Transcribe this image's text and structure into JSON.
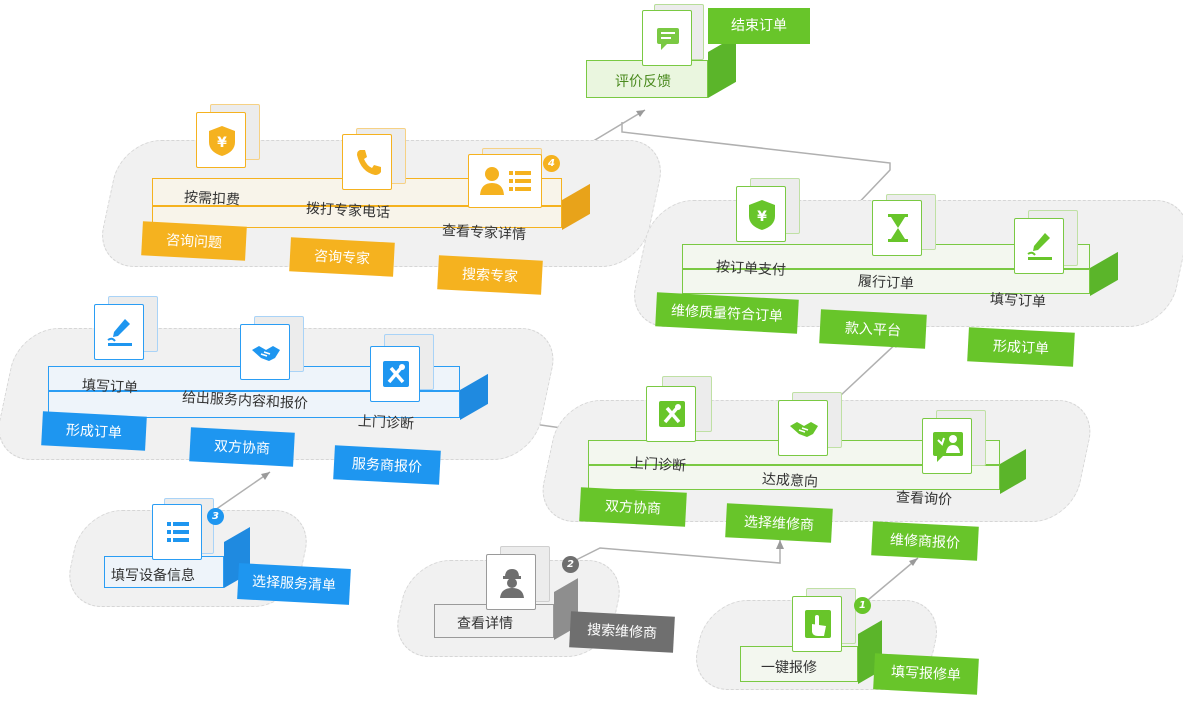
{
  "colors": {
    "orange": "#f5b21f",
    "green": "#68c52a",
    "blue": "#1e96f0",
    "gray": "#6f6f6f"
  },
  "feedback": {
    "label": "评价反馈",
    "tag": "结束订单",
    "icon": "chat-icon"
  },
  "expert": {
    "items": [
      {
        "label": "按需扣费",
        "icon": "yen-shield-icon"
      },
      {
        "label": "拨打专家电话",
        "icon": "phone-icon"
      },
      {
        "label": "查看专家详情",
        "icon": "profile-card-icon"
      }
    ],
    "tags": [
      "咨询问题",
      "咨询专家",
      "搜索专家"
    ],
    "step": "4"
  },
  "order": {
    "items": [
      {
        "label": "按订单支付",
        "icon": "yen-shield-icon"
      },
      {
        "label": "履行订单",
        "icon": "hourglass-icon"
      },
      {
        "label": "填写订单",
        "icon": "pen-sign-icon"
      }
    ],
    "tags": [
      "维修质量符合订单",
      "款入平台",
      "形成订单"
    ]
  },
  "service": {
    "items": [
      {
        "label": "填写订单",
        "icon": "pen-sign-icon"
      },
      {
        "label": "给出服务内容和报价",
        "icon": "handshake-icon"
      },
      {
        "label": "上门诊断",
        "icon": "tools-icon"
      }
    ],
    "tags": [
      "形成订单",
      "双方协商",
      "服务商报价"
    ]
  },
  "repair": {
    "items": [
      {
        "label": "上门诊断",
        "icon": "tools-icon"
      },
      {
        "label": "达成意向",
        "icon": "handshake-icon"
      },
      {
        "label": "查看询价",
        "icon": "worker-quote-icon"
      }
    ],
    "tags": [
      "双方协商",
      "选择维修商",
      "维修商报价"
    ]
  },
  "device": {
    "label": "填写设备信息",
    "tag": "选择服务清单",
    "icon": "list-icon",
    "step": "3"
  },
  "detail": {
    "label": "查看详情",
    "tag": "搜索维修商",
    "icon": "worker-icon",
    "step": "2"
  },
  "oneclick": {
    "label": "一键报修",
    "tag": "填写报修单",
    "icon": "tap-icon",
    "step": "1"
  }
}
